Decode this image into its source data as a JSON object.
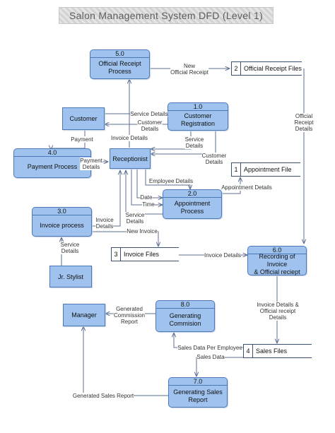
{
  "title": "Salon Management System DFD (Level 1)",
  "processes": [
    {
      "id": "p50",
      "num": "5.0",
      "name": "Official Receipt\nProcess"
    },
    {
      "id": "p10",
      "num": "1.0",
      "name": "Customer Registration"
    },
    {
      "id": "p40",
      "num": "4.0",
      "name": "Payment Process"
    },
    {
      "id": "p20",
      "num": "2.0",
      "name": "Appointment Process"
    },
    {
      "id": "p30",
      "num": "3.0",
      "name": "Invoice process"
    },
    {
      "id": "p60",
      "num": "6.0",
      "name": "Recording of Invoice\n& Official reciept"
    },
    {
      "id": "p80",
      "num": "8.0",
      "name": "Generating\nCommision"
    },
    {
      "id": "p70",
      "num": "7.0",
      "name": "Generating Sales\nReport"
    }
  ],
  "entities": [
    {
      "id": "customer",
      "name": "Customer"
    },
    {
      "id": "receptionist",
      "name": "Receptionist"
    },
    {
      "id": "stylist",
      "name": "Jr. Stylist"
    },
    {
      "id": "manager",
      "name": "Manager"
    }
  ],
  "stores": [
    {
      "id": "s2",
      "num": "2",
      "name": "Official Receipt Files"
    },
    {
      "id": "s1",
      "num": "1",
      "name": "Appointment File"
    },
    {
      "id": "s3",
      "num": "3",
      "name": "Invoice Files"
    },
    {
      "id": "s4",
      "num": "4",
      "name": "Sales Files"
    }
  ],
  "flows": {
    "new_receipt": "New\nOfficial Receipt",
    "official_receipt_details": "Official\nReceipt Details",
    "service_details_top": "Service Details",
    "customer_details_1": "Customer\nDetails",
    "invoice_details_1": "Invoice Details",
    "payment": "Payment",
    "payment_details": "Payment\nDetails",
    "service_details_reg": "Service\nDetails",
    "customer_details_2": "Customer\nDetails",
    "employee_details": "Employee Details",
    "appointment_details": "Appointment Details",
    "date": "Date",
    "time": "Time",
    "service_details_appt": "Service\nDetails",
    "invoice_details_2": "Invoice\nDetails",
    "service_details_stylist": "Service\nDetails",
    "new_invoice": "New Invoice",
    "invoice_details_3": "Invoice Details",
    "invoice_receipt_details": "Invoice Details &\nOfficial receipt\nDetails",
    "generated_commission": "Generated\nCommission\nReport",
    "sales_per_employee": "Sales Data Per Employee",
    "sales_data": "Sales Data",
    "generated_sales": "Generated Sales Report"
  }
}
